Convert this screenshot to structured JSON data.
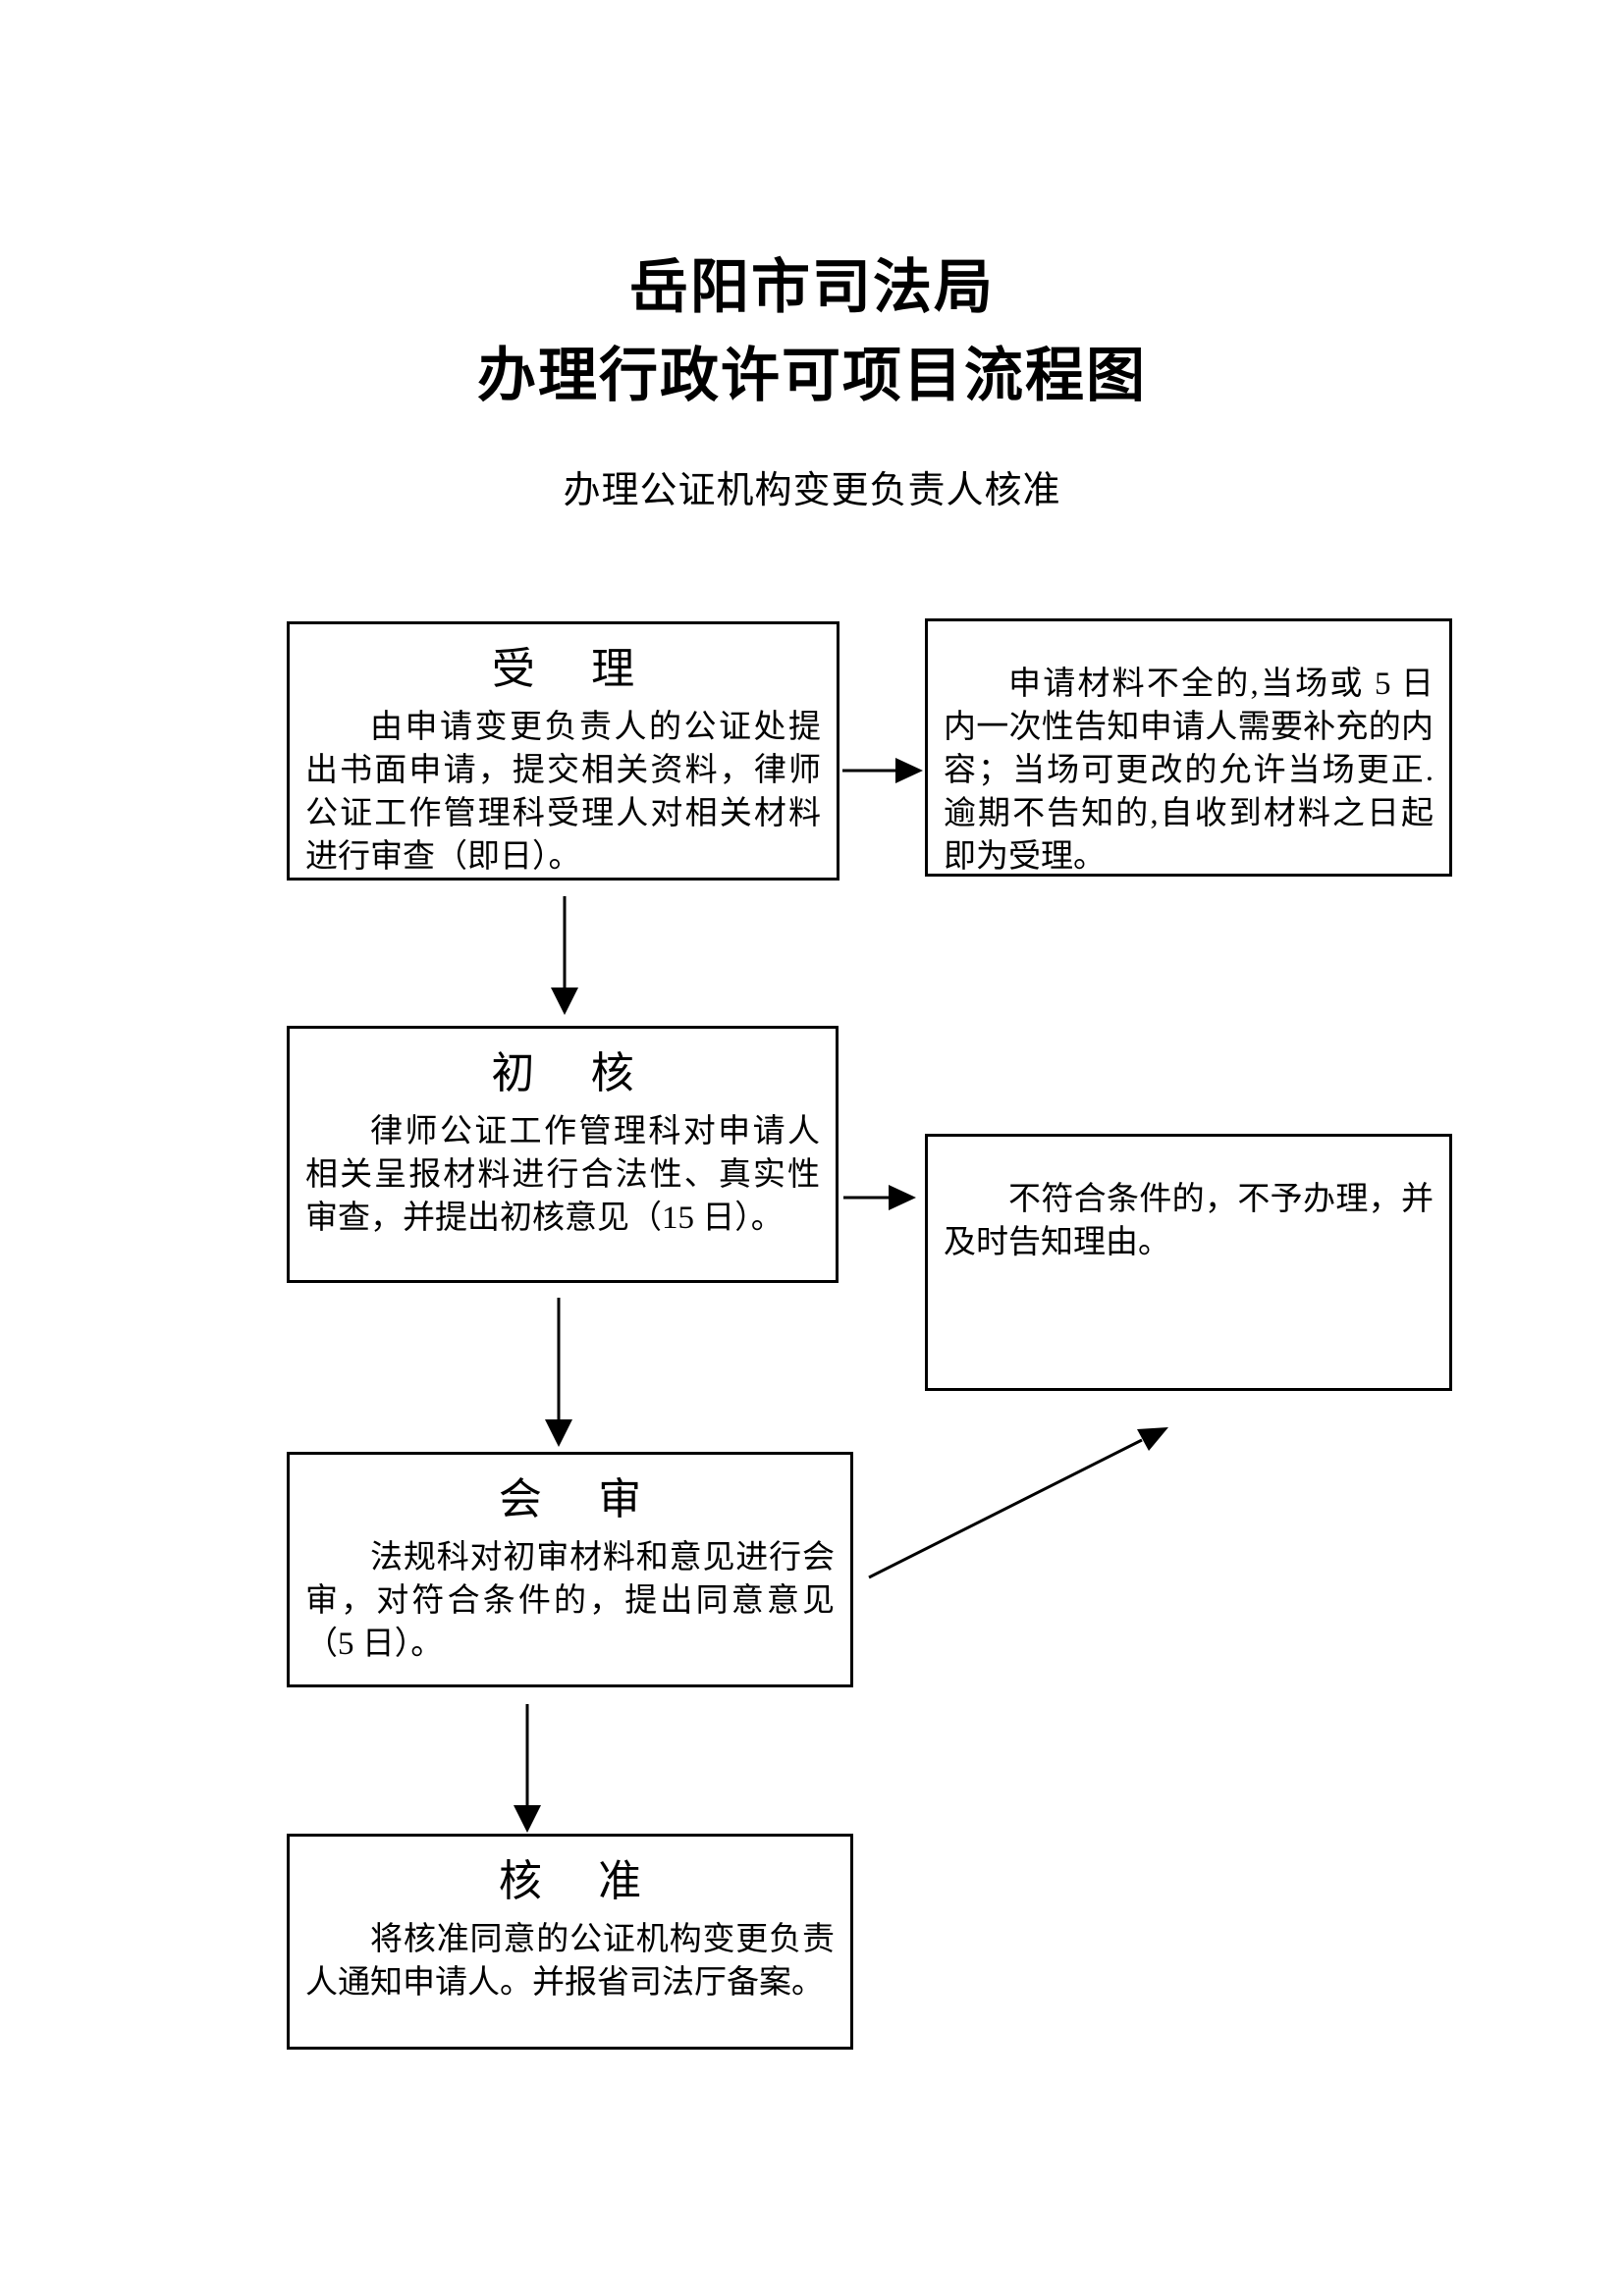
{
  "header": {
    "title_line1": "岳阳市司法局",
    "title_line2": "办理行政许可项目流程图",
    "subtitle": "办理公证机构变更负责人核准"
  },
  "nodes": {
    "accept": {
      "title": "受理",
      "body": "由申请变更负责人的公证处提出书面申请，提交相关资料，律师公证工作管理科受理人对相关材料进行审查（即日）。"
    },
    "supplement_note": {
      "body": "申请材料不全的,当场或 5 日内一次性告知申请人需要补充的内容；当场可更改的允许当场更正.逾期不告知的,自收到材料之日起即为受理。"
    },
    "initial_review": {
      "title": "初核",
      "body": "律师公证工作管理科对申请人相关呈报材料进行合法性、真实性审查，并提出初核意见（15 日）。"
    },
    "reject_note": {
      "body": "不符合条件的，不予办理，并及时告知理由。"
    },
    "joint_review": {
      "title": "会审",
      "body": "法规科对初审材料和意见进行会审，对符合条件的，提出同意意见（5 日）。"
    },
    "approval": {
      "title": "核准",
      "body": "将核准同意的公证机构变更负责人通知申请人。并报省司法厅备案。"
    }
  },
  "edges": [
    {
      "from": "accept",
      "to": "supplement_note"
    },
    {
      "from": "accept",
      "to": "initial_review"
    },
    {
      "from": "initial_review",
      "to": "reject_note"
    },
    {
      "from": "initial_review",
      "to": "joint_review"
    },
    {
      "from": "joint_review",
      "to": "reject_note"
    },
    {
      "from": "joint_review",
      "to": "approval"
    }
  ]
}
